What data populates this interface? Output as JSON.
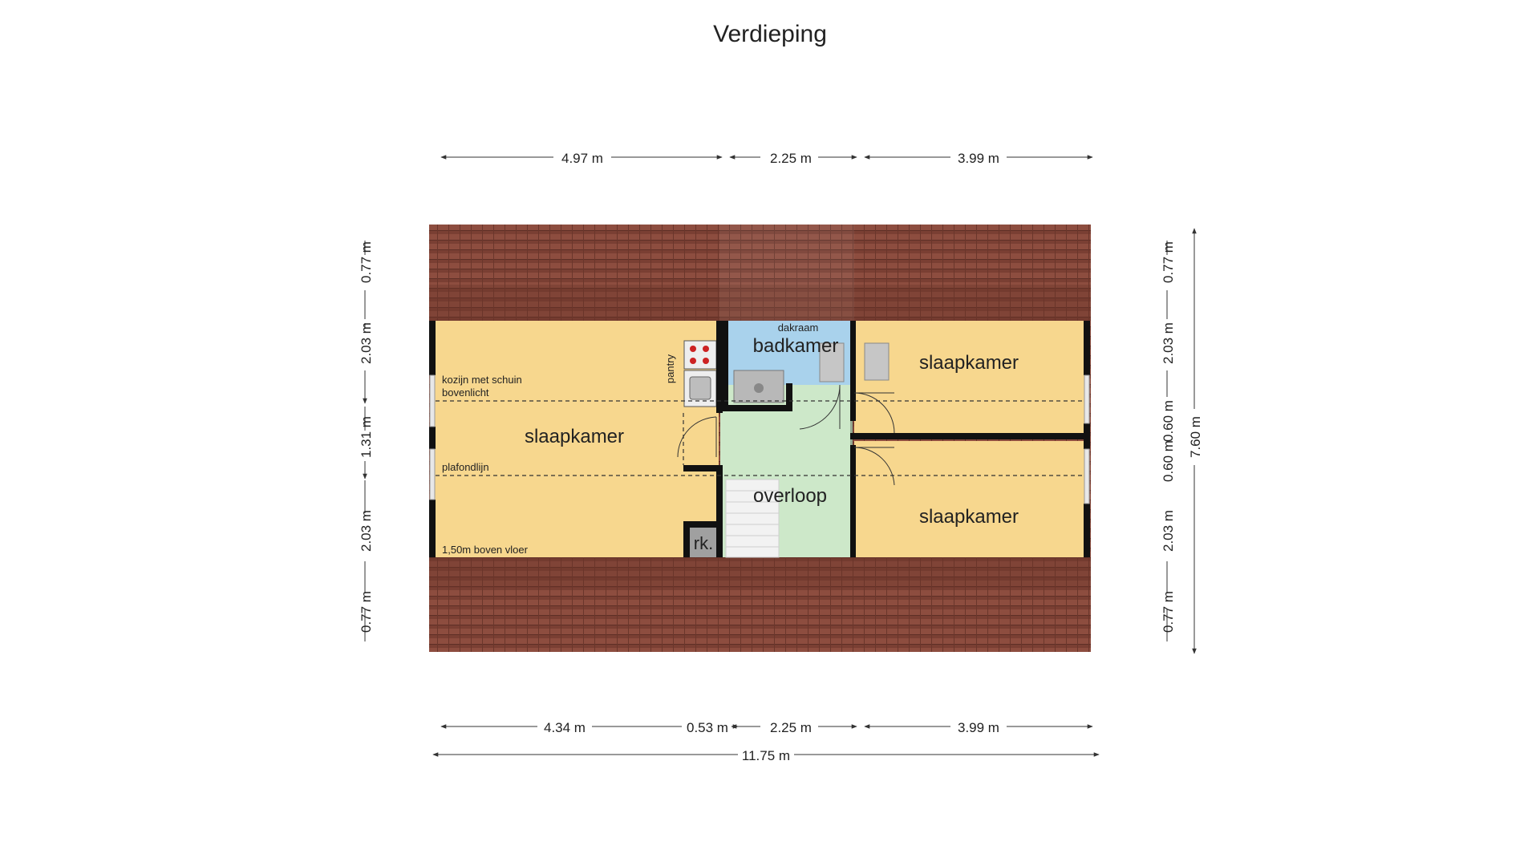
{
  "title": "Verdieping",
  "colors": {
    "roof": "#8a4a3c",
    "bedroom": "#f7d78e",
    "bathroom": "#a9d2ec",
    "landing": "#cde8c9",
    "wall": "#111111",
    "storage": "#9a9a9a"
  },
  "rooms": {
    "bedroom_left": "slaapkamer",
    "bedroom_top_right": "slaapkamer",
    "bedroom_bottom_right": "slaapkamer",
    "bathroom": "badkamer",
    "landing": "overloop",
    "storage": "rk."
  },
  "annotations": {
    "pantry": "pantry",
    "dakraam": "dakraam",
    "kozijn_line1": "kozijn met schuin",
    "kozijn_line2": "bovenlicht",
    "plafondlijn": "plafondlijn",
    "height_note": "1,50m boven vloer"
  },
  "dimensions": {
    "top": [
      "4.97 m",
      "2.25 m",
      "3.99 m"
    ],
    "bottom": [
      "4.34 m",
      "0.53 m",
      "2.25 m",
      "3.99 m"
    ],
    "total_width": "11.75 m",
    "left": [
      "0.77 m",
      "2.03 m",
      "1.31 m",
      "2.03 m",
      "0.77 m"
    ],
    "right": [
      "0.77 m",
      "2.03 m",
      "0.60 m",
      "0.60 m",
      "2.03 m",
      "0.77 m"
    ],
    "total_height": "7.60 m"
  }
}
